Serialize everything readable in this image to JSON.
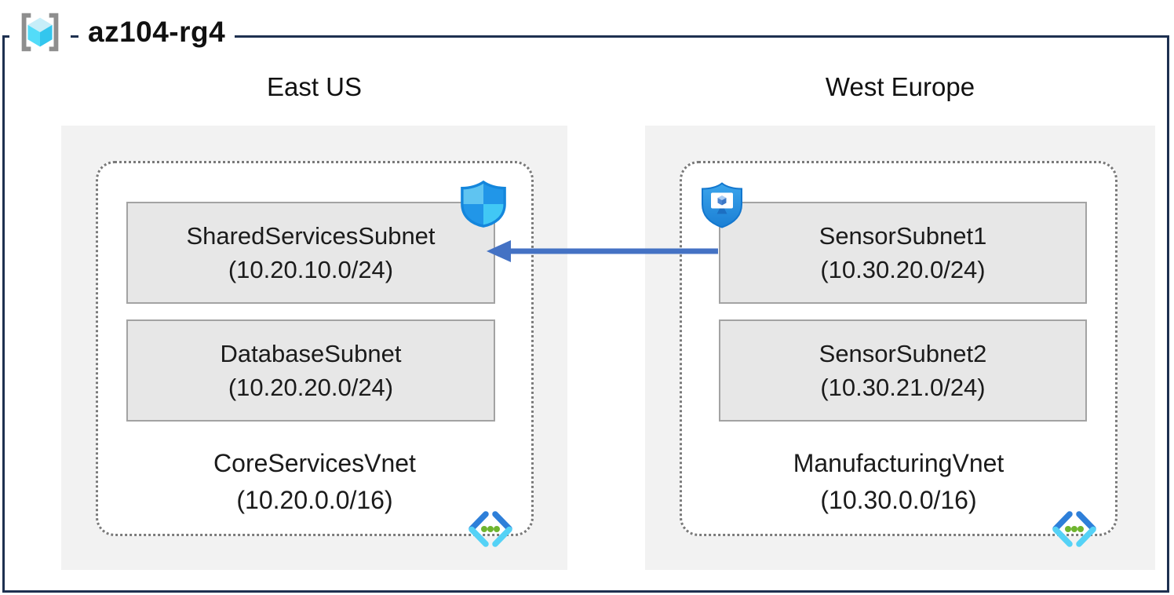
{
  "header": {
    "title": "az104-rg4",
    "icon": "resource-group-icon"
  },
  "regions": [
    {
      "name": "East US",
      "vnet": {
        "name": "CoreServicesVnet",
        "cidr": "(10.20.0.0/16)",
        "icon": "virtual-network-icon"
      },
      "subnets": [
        {
          "name": "SharedServicesSubnet",
          "cidr": "(10.20.10.0/24)",
          "badge_icon": "network-security-group-icon"
        },
        {
          "name": "DatabaseSubnet",
          "cidr": "(10.20.20.0/24)"
        }
      ]
    },
    {
      "name": "West Europe",
      "vnet": {
        "name": "ManufacturingVnet",
        "cidr": "(10.30.0.0/16)",
        "icon": "virtual-network-icon"
      },
      "subnets": [
        {
          "name": "SensorSubnet1",
          "cidr": "(10.30.20.0/24)",
          "badge_icon": "application-security-group-icon"
        },
        {
          "name": "SensorSubnet2",
          "cidr": "(10.30.21.0/24)"
        }
      ]
    }
  ],
  "connection": {
    "from": "SensorSubnet1",
    "to": "SharedServicesSubnet",
    "direction": "right-to-left",
    "color": "#4472C4"
  },
  "colors": {
    "outer_border": "#1E3050",
    "region_fill": "#F2F2F2",
    "vnet_dotted_border": "#7A7A7A",
    "subnet_fill": "#E7E7E7",
    "subnet_border": "#A3A3A3",
    "arrow": "#4472C4",
    "shield_light": "#55C6F4",
    "shield_medium": "#2196E8",
    "vnet_icon_blue": "#2E7FD9",
    "vnet_icon_cyan": "#55D2F6",
    "vnet_icon_green": "#6FB52F"
  }
}
